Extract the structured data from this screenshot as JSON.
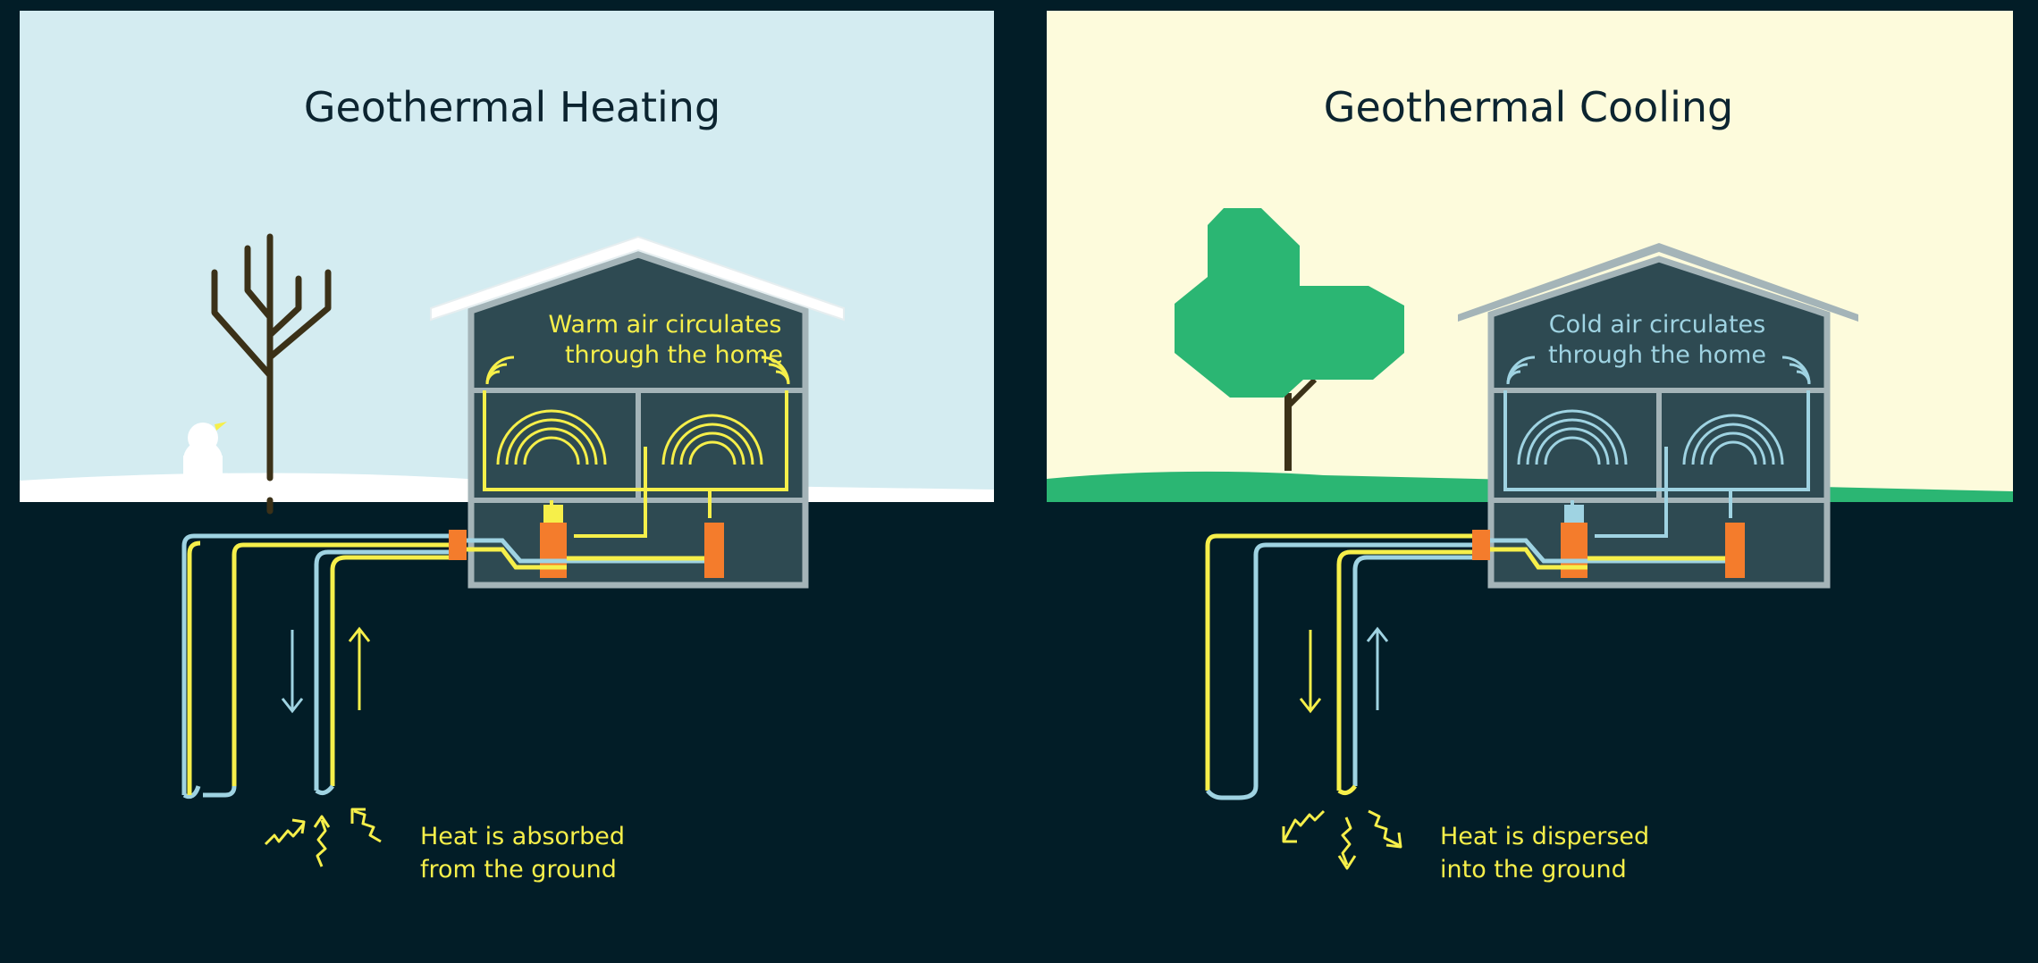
{
  "colors": {
    "background": "#021d27",
    "heating_sky": "#d4ecf1",
    "cooling_sky": "#fdfbdc",
    "snow": "#ffffff",
    "grass": "#2bb673",
    "house_wall": "#a4b4b8",
    "house_interior": "#2e4a52",
    "warm_pipe": "#f6ef4a",
    "cold_pipe": "#9fd3e2",
    "heat_pump": "#f47c2c",
    "bare_tree": "#3b3118",
    "leafy_tree": "#2bb673"
  },
  "heating": {
    "title": "Geothermal Heating",
    "house_caption_line1": "Warm air circulates",
    "house_caption_line2": "through the home",
    "ground_caption_line1": "Heat is absorbed",
    "ground_caption_line2": "from the ground",
    "icons": [
      "bare-tree-icon",
      "snowman-icon",
      "down-arrow-icon",
      "up-arrow-icon",
      "heat-squiggle-arrow-icon"
    ]
  },
  "cooling": {
    "title": "Geothermal Cooling",
    "house_caption_line1": "Cold air circulates",
    "house_caption_line2": "through the home",
    "ground_caption_line1": "Heat is dispersed",
    "ground_caption_line2": "into the ground",
    "icons": [
      "leafy-tree-icon",
      "down-arrow-icon",
      "up-arrow-icon",
      "heat-squiggle-arrow-icon"
    ]
  }
}
